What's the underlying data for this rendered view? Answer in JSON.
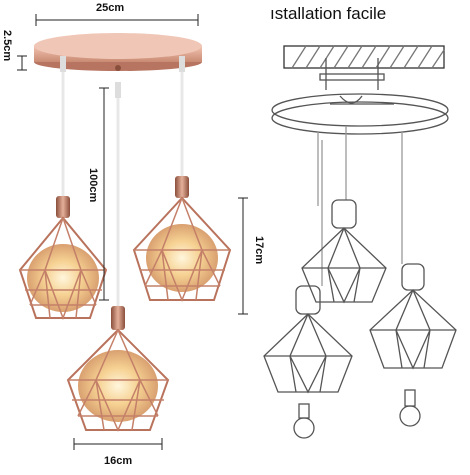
{
  "photo": {
    "heading": "ıstallation facile",
    "dimensions": {
      "canopy_width": "25cm",
      "canopy_height": "2.5cm",
      "cable_length": "100cm",
      "cage_height": "17cm",
      "cage_width": "16cm"
    },
    "colors": {
      "rose_gold": "#d9a18a",
      "rose_gold_dark": "#a8654f",
      "bulb_glow": "#f3c27a",
      "line_art": "#555555"
    }
  }
}
